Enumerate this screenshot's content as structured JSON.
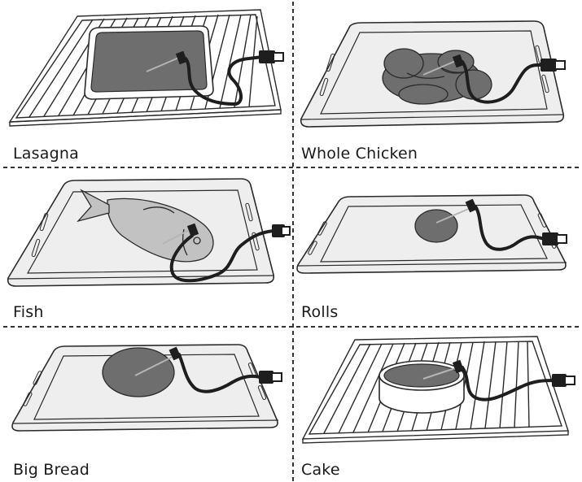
{
  "panels": {
    "lasagna": {
      "label": "Lasagna",
      "accessory": "wire-rack",
      "dish": "baking-dish"
    },
    "whole_chicken": {
      "label": "Whole Chicken",
      "accessory": "baking-tray",
      "dish": "none"
    },
    "fish": {
      "label": "Fish",
      "accessory": "baking-tray",
      "dish": "none"
    },
    "rolls": {
      "label": "Rolls",
      "accessory": "baking-tray",
      "dish": "none"
    },
    "big_bread": {
      "label": "Big Bread",
      "accessory": "baking-tray",
      "dish": "none"
    },
    "cake": {
      "label": "Cake",
      "accessory": "wire-rack",
      "dish": "round-cake-tin"
    }
  },
  "colors": {
    "outline": "#2a2a2a",
    "tray_fill": "#eeeeee",
    "food_fill": "#6e6e6e",
    "fish_fill": "#c2c2c2",
    "cable": "#1e1e1e",
    "divider": "#333333"
  }
}
